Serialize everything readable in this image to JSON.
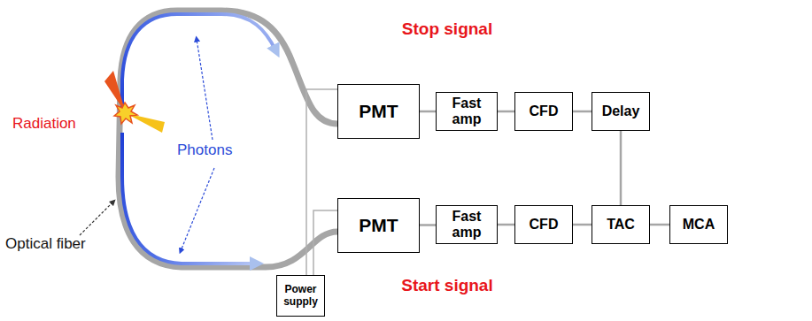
{
  "diagram": {
    "nodes": [
      {
        "text": [
          "PMT"
        ]
      },
      {
        "text": [
          "Fast amp"
        ]
      },
      {
        "text": [
          "CFD"
        ]
      },
      {
        "text": [
          "Delay"
        ]
      },
      {
        "text": [
          "PMT"
        ]
      },
      {
        "text": [
          "Fast amp"
        ]
      },
      {
        "text": [
          "CFD"
        ]
      },
      {
        "text": [
          "TAC"
        ]
      },
      {
        "text": [
          "MCA"
        ]
      },
      {
        "text": [
          "Power supply"
        ]
      }
    ],
    "edges": [
      {
        "from": 0,
        "to": 1,
        "arrow": "none"
      },
      {
        "from": 1,
        "to": 2,
        "arrow": "none"
      },
      {
        "from": 2,
        "to": 3,
        "arrow": "none"
      },
      {
        "from": 3,
        "to": 7,
        "arrow": "none"
      },
      {
        "from": 4,
        "to": 5,
        "arrow": "none"
      },
      {
        "from": 5,
        "to": 6,
        "arrow": "none"
      },
      {
        "from": 6,
        "to": 7,
        "arrow": "none"
      },
      {
        "from": 7,
        "to": 8,
        "arrow": "none"
      },
      {
        "from": 9,
        "to": 0,
        "arrow": "none"
      },
      {
        "from": 9,
        "to": 4,
        "arrow": "none"
      }
    ],
    "labels": [
      "Stop signal",
      "Start signal",
      "Radiation",
      "Photons",
      "Optical fiber"
    ]
  }
}
